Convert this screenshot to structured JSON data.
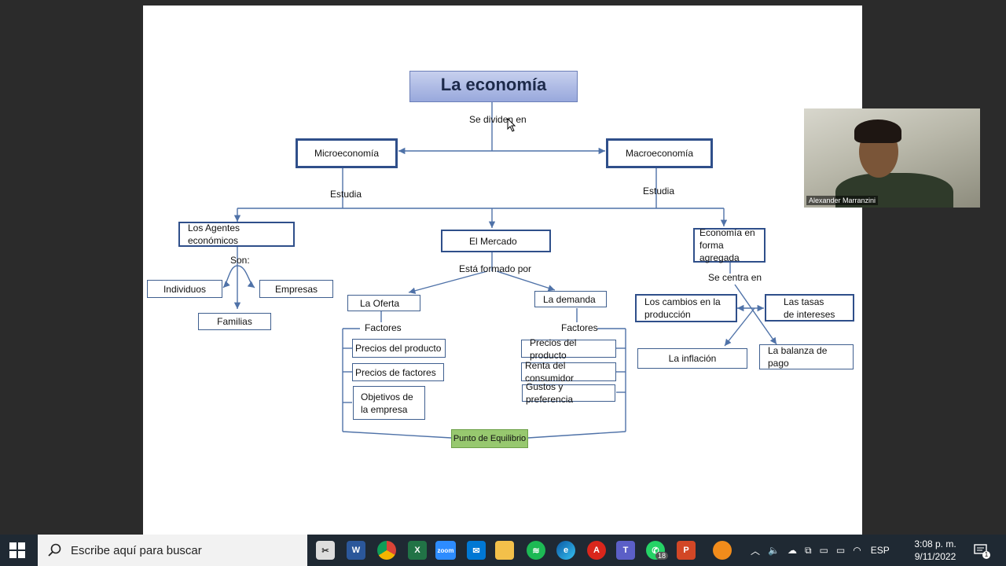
{
  "diagram": {
    "title": "La economía",
    "divide_label": "Se dividen en",
    "micro": "Microeconomía",
    "macro": "Macroeconomía",
    "estudia_left": "Estudia",
    "estudia_right": "Estudia",
    "agentes": "Los Agentes económicos",
    "mercado": "El Mercado",
    "agregada": "Economía en forma agregada",
    "son": "Son:",
    "individuos": "Individuos",
    "empresas": "Empresas",
    "familias": "Familias",
    "formado": "Está formado por",
    "oferta": "La Oferta",
    "demanda": "La demanda",
    "factores_left": "Factores",
    "factores_right": "Factores",
    "precios_producto_l": "Precios del producto",
    "precios_factores": "Precios de factores",
    "objetivos": "Objetivos de la empresa",
    "precios_producto_r": "Precios del producto",
    "renta": "Renta del consumidor",
    "gustos": "Gustos y preferencia",
    "equilibrio": "Punto de Equilibrio",
    "centra": "Se centra en",
    "cambios": "Los cambios en la producción",
    "tasas": "Las tasas de intereses",
    "inflacion": "La inflación",
    "balanza": "La balanza de pago"
  },
  "webcam": {
    "name": "Alexander Marranzini"
  },
  "taskbar": {
    "search_placeholder": "Escribe aquí para buscar",
    "whatsapp_badge": "18",
    "language": "ESP",
    "time": "3:08 p. m.",
    "date": "9/11/2022",
    "notification_count": "1",
    "icons": [
      "start-icon",
      "search-icon",
      "sniptool-icon",
      "word-icon",
      "chrome-icon",
      "excel-icon",
      "zoom-icon",
      "mail-icon",
      "file-explorer-icon",
      "spotify-icon",
      "edge-icon",
      "acrobat-icon",
      "teams-icon",
      "whatsapp-icon",
      "powerpoint-icon",
      "orange-app-icon"
    ]
  },
  "colors": {
    "box_border": "#2f4f8a",
    "title_fill": "#98a8dc",
    "equilibrio_fill": "#97c86f",
    "taskbar": "#1f2933"
  }
}
